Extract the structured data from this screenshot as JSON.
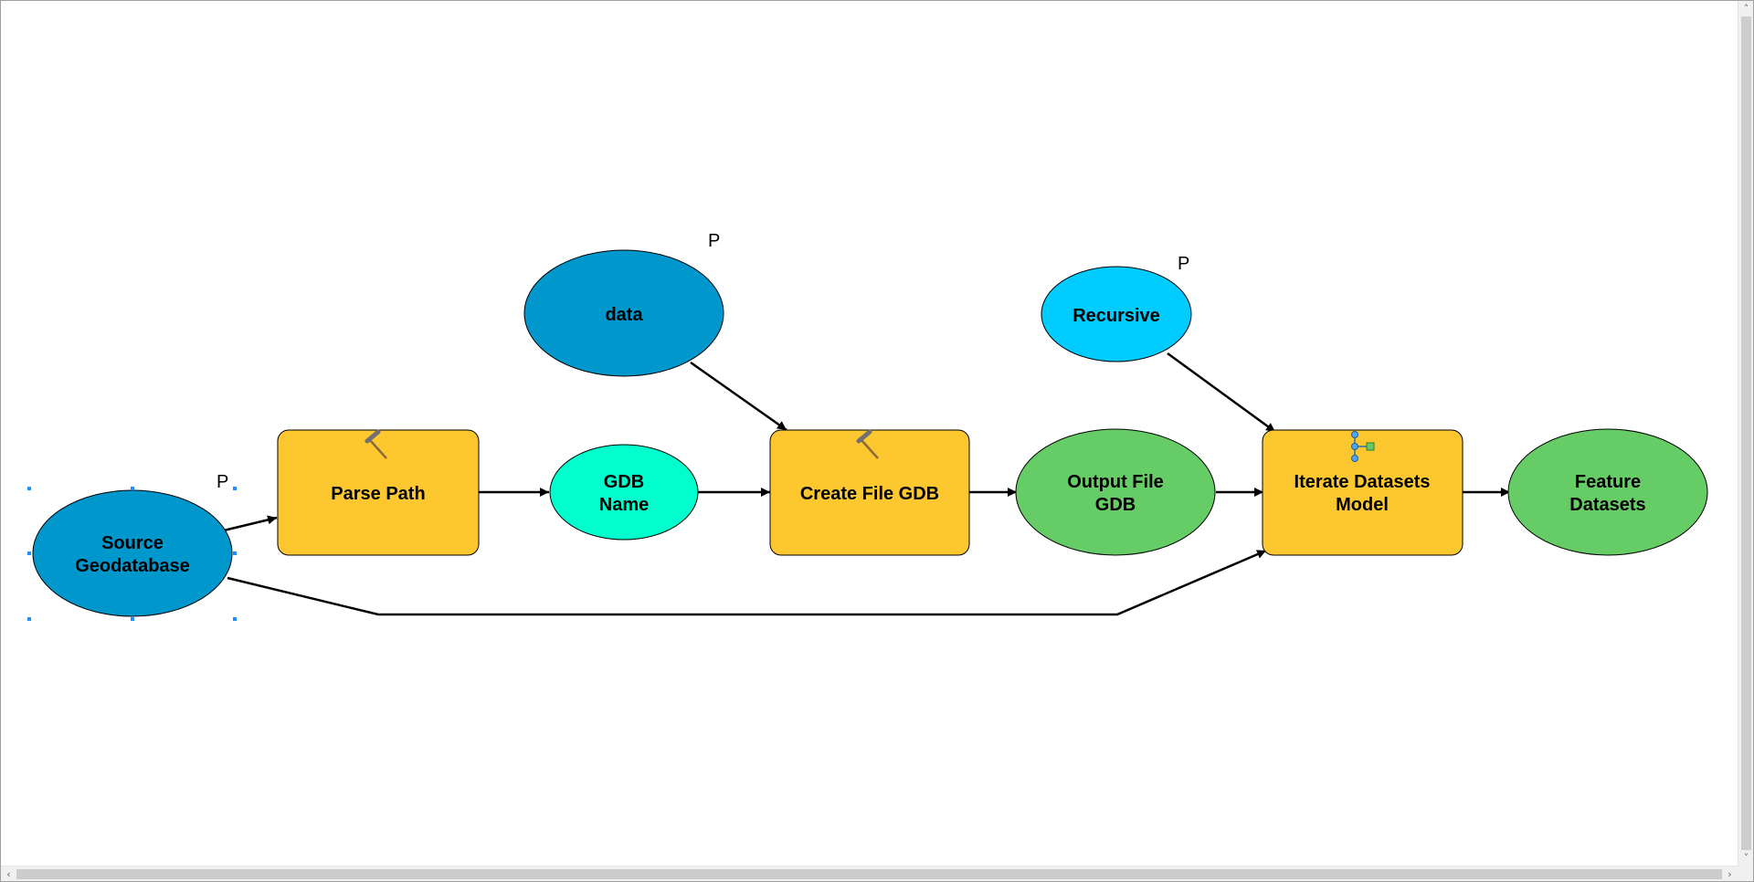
{
  "colors": {
    "process": "#fdc82f",
    "input_dark": "#0098cc",
    "gdb_name": "#00ffcc",
    "recursive": "#00ccff",
    "output_green": "#66cc66",
    "connector": "#000000",
    "selection": "#1e90ff"
  },
  "nodes": {
    "source_gdb": {
      "line1": "Source",
      "line2": "Geodatabase",
      "param": "P"
    },
    "data": {
      "label": "data",
      "param": "P"
    },
    "parse_path": {
      "label": "Parse Path",
      "icon": "hammer-icon"
    },
    "gdb_name": {
      "line1": "GDB",
      "line2": "Name"
    },
    "create_file_gdb": {
      "label": "Create File GDB",
      "icon": "hammer-icon"
    },
    "recursive": {
      "label": "Recursive",
      "param": "P"
    },
    "output_file_gdb": {
      "line1": "Output File",
      "line2": "GDB"
    },
    "iterate_model": {
      "line1": "Iterate Datasets",
      "line2": "Model",
      "icon": "model-icon"
    },
    "feature_datasets": {
      "line1": "Feature",
      "line2": "Datasets"
    }
  },
  "scrollbars": {
    "left_arrow": "‹",
    "right_arrow": "›",
    "up_arrow": "˄",
    "down_arrow": "˅"
  }
}
